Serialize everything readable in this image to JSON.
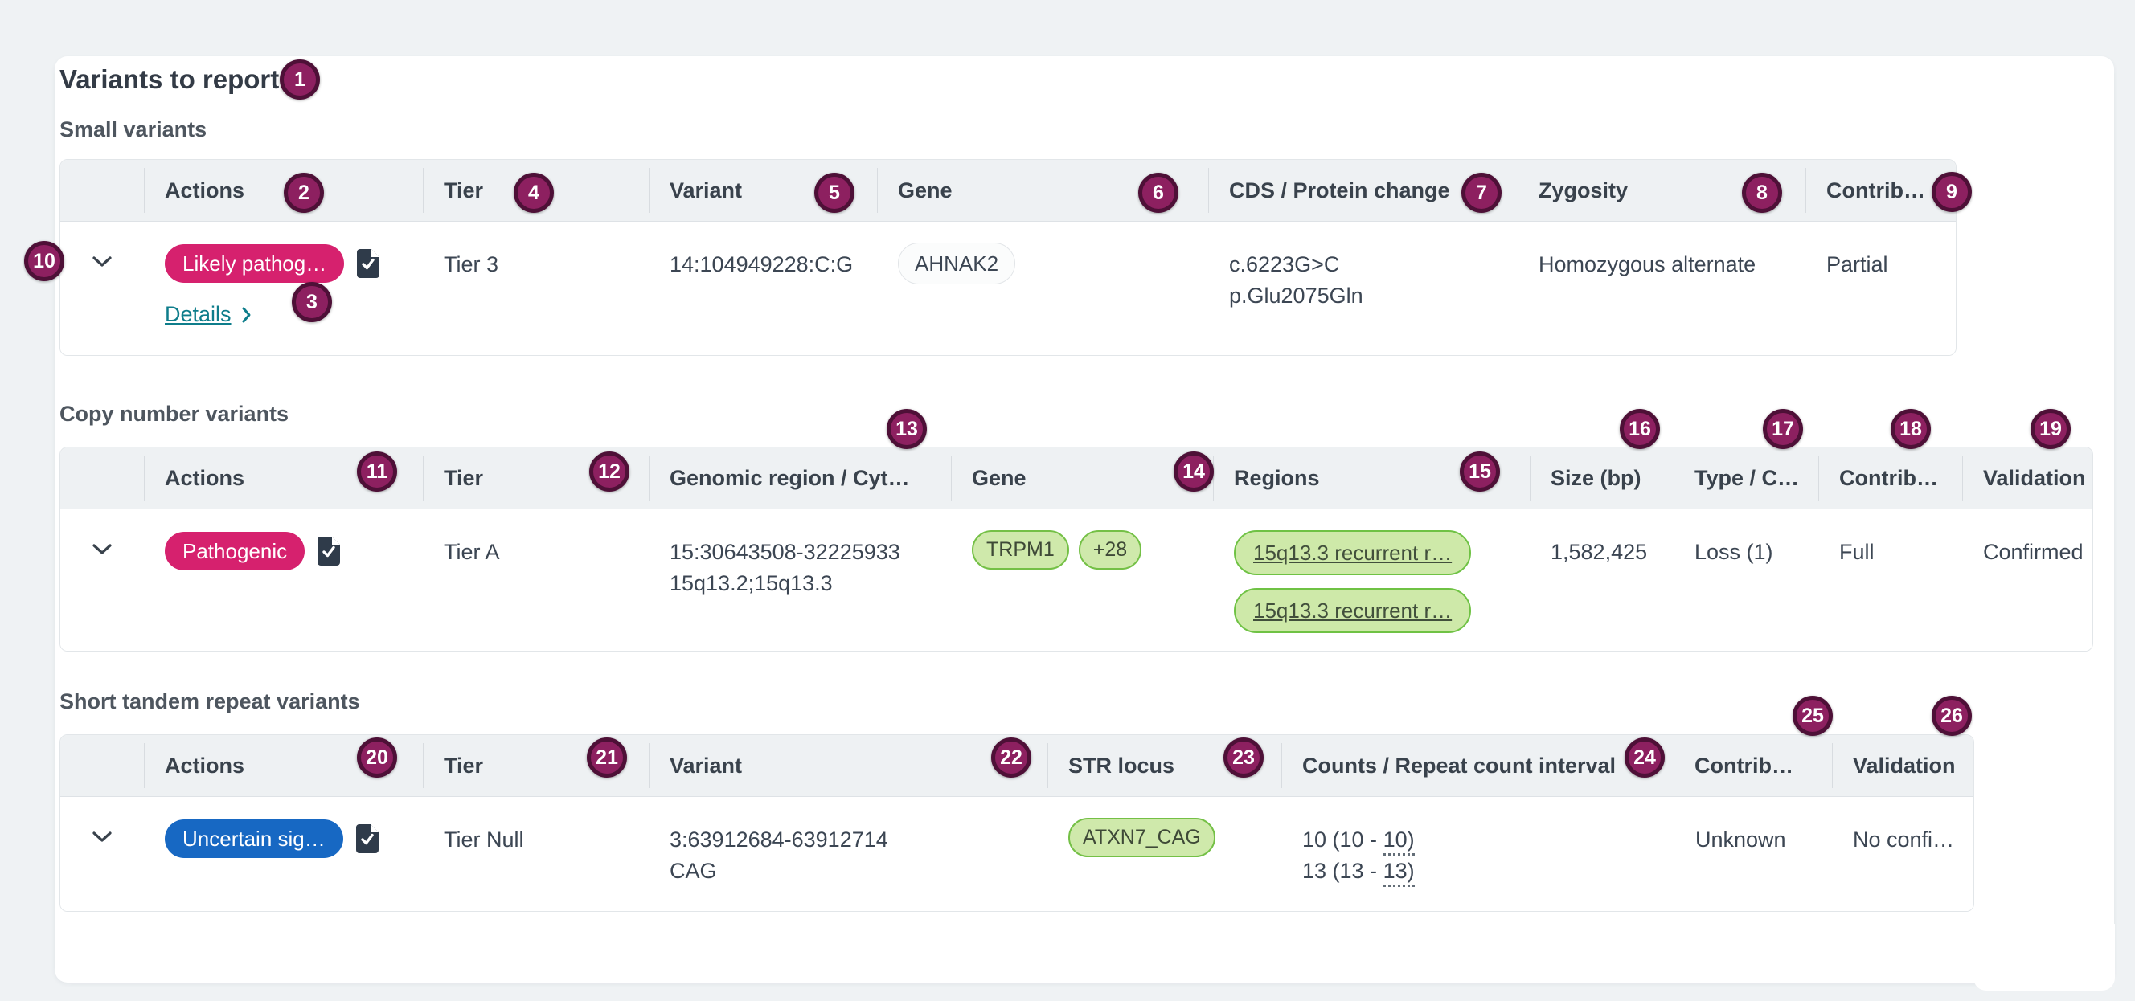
{
  "page": {
    "title": "Variants to report"
  },
  "colors": {
    "badge_fill": "#8D2060",
    "badge_ring": "#4E1037",
    "classification_pink": "#D6216E",
    "classification_blue": "#1768C3",
    "link_teal": "#0E7D8B",
    "green_chip_bg": "#CFE9AB",
    "green_chip_border": "#72C141",
    "header_bg": "#EEF1F3",
    "page_bg": "#EFF2F4"
  },
  "sections": {
    "small": {
      "title": "Small variants",
      "columns": [
        "",
        "Actions",
        "Tier",
        "Variant",
        "Gene",
        "CDS / Protein change",
        "Zygosity",
        "Contrib…"
      ],
      "row": {
        "classification": "Likely pathog…",
        "details": "Details",
        "tier": "Tier 3",
        "variant": "14:104949228:C:G",
        "gene": "AHNAK2",
        "cds_change": "c.6223G>C",
        "protein_change": "p.Glu2075Gln",
        "zygosity": "Homozygous alternate",
        "contribution": "Partial"
      }
    },
    "cnv": {
      "title": "Copy number variants",
      "columns": [
        "",
        "Actions",
        "Tier",
        "Genomic region / Cyt…",
        "Gene",
        "Regions",
        "Size (bp)",
        "Type / C…",
        "Contrib…",
        "Validation"
      ],
      "row": {
        "classification": "Pathogenic",
        "tier": "Tier A",
        "genomic_region": "15:30643508-32225933",
        "cytoband": "15q13.2;15q13.3",
        "gene": "TRPM1",
        "gene_more": "+28",
        "region_link_1": "15q13.3 recurrent r…",
        "region_link_2": "15q13.3 recurrent r…",
        "size": "1,582,425",
        "type": "Loss (1)",
        "contribution": "Full",
        "validation": "Confirmed"
      }
    },
    "str": {
      "title": "Short tandem repeat variants",
      "columns": [
        "",
        "Actions",
        "Tier",
        "Variant",
        "STR locus",
        "Counts / Repeat count interval",
        "Contrib…",
        "Validation"
      ],
      "row": {
        "classification": "Uncertain sig…",
        "tier": "Tier Null",
        "variant": "3:63912684-63912714",
        "repeat_unit": "CAG",
        "locus": "ATXN7_CAG",
        "count1_prefix": "10 (10 - ",
        "count1_value": "10)",
        "count2_prefix": "13 (13 - ",
        "count2_value": "13)",
        "contribution": "Unknown",
        "validation": "No confi…"
      }
    }
  },
  "annotations": [
    "1",
    "2",
    "3",
    "4",
    "5",
    "6",
    "7",
    "8",
    "9",
    "10",
    "11",
    "12",
    "13",
    "14",
    "15",
    "16",
    "17",
    "18",
    "19",
    "20",
    "21",
    "22",
    "23",
    "24",
    "25",
    "26"
  ]
}
